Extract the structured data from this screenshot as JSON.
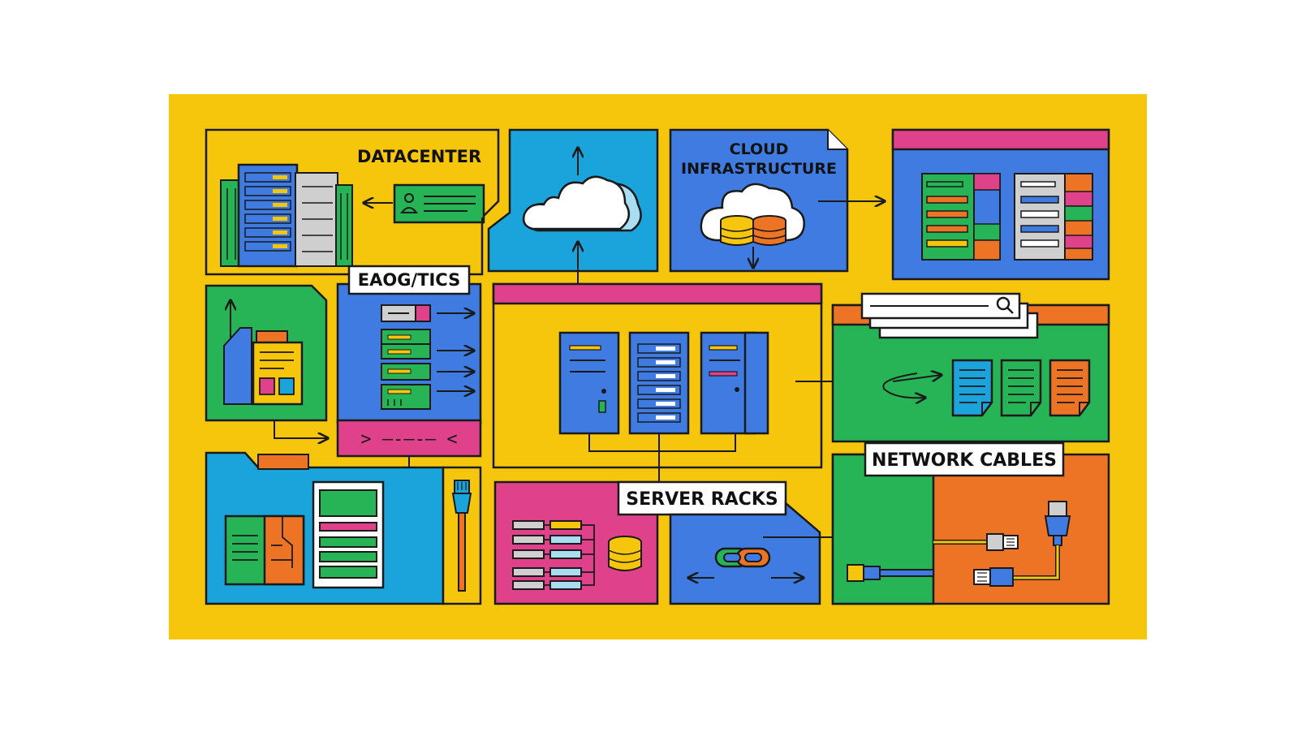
{
  "colors": {
    "yellow": "#F5C60C",
    "blue": "#3F7BE0",
    "cyan": "#1AA4DB",
    "green": "#27B457",
    "pink": "#E0418B",
    "orange": "#ED7425",
    "gray": "#CFCFCF",
    "outline": "#1A1A1A",
    "white": "#FFFFFF"
  },
  "labels": {
    "datacenter": "DATACENTER",
    "cloud_line1": "CLOUD",
    "cloud_line2": "INFRASTRUCTURE",
    "analytics": "EAOG/TICS",
    "server_racks": "SERVER RACKS",
    "network_cables": "NETWORK CABLES",
    "console_prompt": ">  —-—-—  <"
  },
  "panels": [
    {
      "id": "datacenter",
      "icons": [
        "server-rack-icon",
        "id-card-icon"
      ]
    },
    {
      "id": "cloud-upload",
      "icons": [
        "cloud-icon"
      ]
    },
    {
      "id": "cloud-infrastructure",
      "icons": [
        "cloud-icon",
        "database-icon"
      ]
    },
    {
      "id": "dashboard",
      "icons": [
        "table-grid-icon"
      ]
    },
    {
      "id": "document-flow",
      "icons": [
        "document-icon"
      ]
    },
    {
      "id": "analytics",
      "icons": [
        "list-row-icon",
        "terminal-icon"
      ]
    },
    {
      "id": "central-servers",
      "icons": [
        "server-tower-icon"
      ]
    },
    {
      "id": "search-documents",
      "icons": [
        "search-icon",
        "document-icon"
      ]
    },
    {
      "id": "files",
      "icons": [
        "folder-icon",
        "form-icon"
      ]
    },
    {
      "id": "ethernet-plug",
      "icons": [
        "ethernet-plug-icon"
      ]
    },
    {
      "id": "database-table",
      "icons": [
        "database-icon"
      ]
    },
    {
      "id": "link-transfer",
      "icons": [
        "chain-link-icon"
      ]
    },
    {
      "id": "network-cables",
      "icons": [
        "ethernet-cable-icon"
      ]
    }
  ]
}
